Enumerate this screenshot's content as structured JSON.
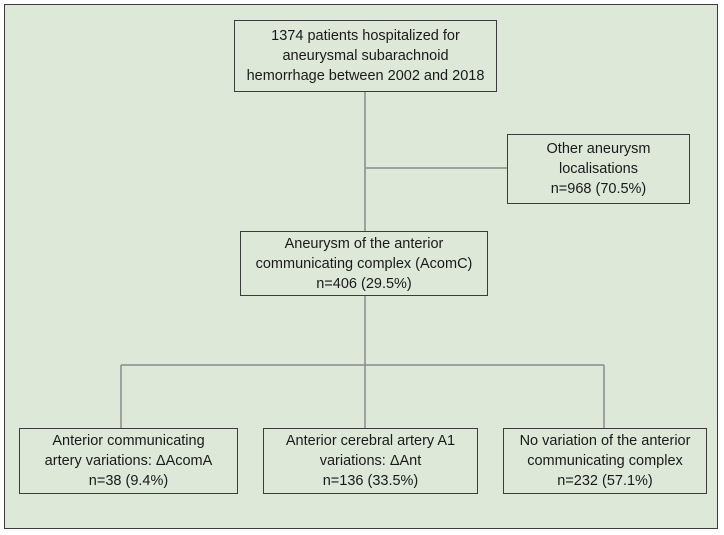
{
  "diagram": {
    "colors": {
      "background": "#dde8d9",
      "border": "#3c3c3c",
      "line": "#8a8a8a",
      "text": "#1a1a1a"
    },
    "top_box": {
      "lines": [
        "1374 patients hospitalized for",
        "aneurysmal subarachnoid",
        "hemorrhage between 2002 and 2018"
      ]
    },
    "excluded_box": {
      "lines": [
        "Other aneurysm",
        "localisations",
        "n=968 (70.5%)"
      ]
    },
    "acomc_box": {
      "lines": [
        "Aneurysm of the anterior",
        "communicating complex (AcomC)",
        "n=406 (29.5%)"
      ]
    },
    "acoma_box": {
      "lines": [
        "Anterior communicating",
        "artery variations: ΔAcomA",
        "n=38 (9.4%)"
      ]
    },
    "a1_box": {
      "lines": [
        "Anterior cerebral artery A1",
        "variations: ΔAnt",
        "n=136 (33.5%)"
      ]
    },
    "novar_box": {
      "lines": [
        "No variation of the anterior",
        "communicating complex",
        "n=232 (57.1%)"
      ]
    }
  }
}
